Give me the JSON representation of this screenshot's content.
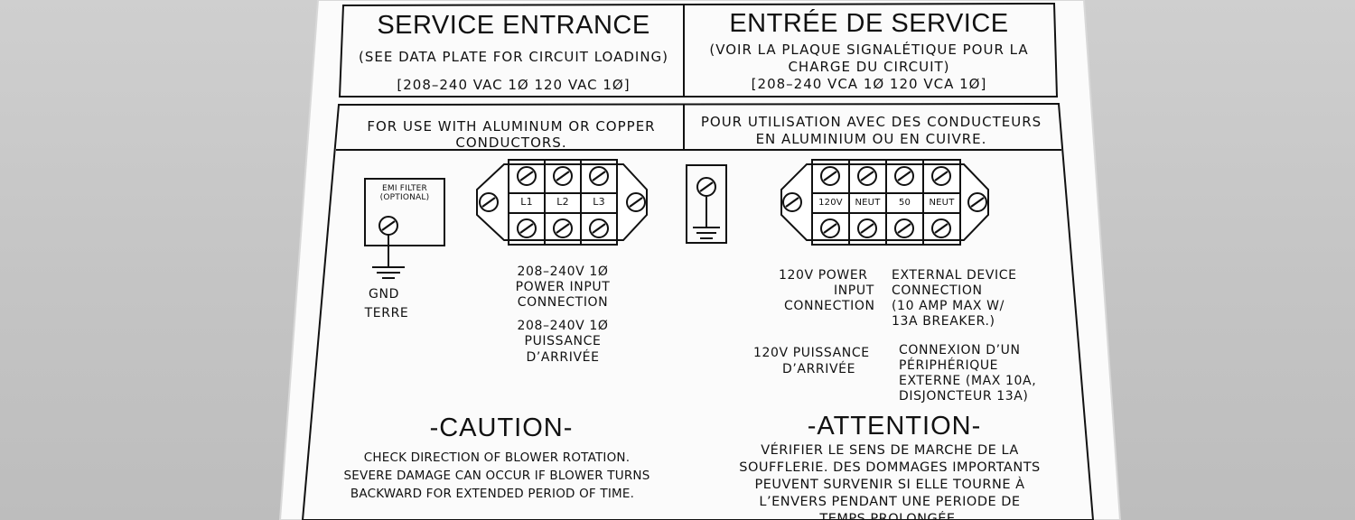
{
  "header": {
    "en_title": "SERVICE ENTRANCE",
    "en_sub": "(SEE DATA PLATE FOR CIRCUIT LOADING)",
    "en_volt": "[208–240 VAC 1Ø     120 VAC 1Ø]",
    "fr_title": "ENTRÉE DE SERVICE",
    "fr_sub1": "(VOIR LA PLAQUE SIGNALÉTIQUE POUR LA",
    "fr_sub2": "CHARGE DU CIRCUIT)",
    "fr_volt": "[208–240 VCA 1Ø     120 VCA 1Ø]"
  },
  "conductors": {
    "en_1": "FOR USE WITH ALUMINUM OR COPPER",
    "en_2": "CONDUCTORS.",
    "fr_1": "POUR UTILISATION AVEC DES CONDUCTEURS",
    "fr_2": "EN ALUMINIUM OU EN CUIVRE."
  },
  "emi": {
    "l1": "EMI FILTER",
    "l2": "(OPTIONAL)"
  },
  "gnd": {
    "en": "GND",
    "fr": "TERRE"
  },
  "block_left": {
    "terminals": [
      "L1",
      "L2",
      "L3"
    ],
    "en": [
      "208–240V 1Ø",
      "POWER INPUT",
      "CONNECTION"
    ],
    "fr": [
      "208–240V 1Ø",
      "PUISSANCE",
      "D’ARRIVÉE"
    ]
  },
  "block_right": {
    "terminals": [
      "120V",
      "NEUT",
      "50",
      "NEUT"
    ],
    "en_power": [
      "120V POWER",
      "INPUT",
      "CONNECTION"
    ],
    "en_ext": [
      "EXTERNAL DEVICE",
      "CONNECTION",
      "(10 AMP MAX W/",
      "13A BREAKER.)"
    ],
    "fr_power": [
      "120V PUISSANCE",
      "D’ARRIVÉE"
    ],
    "fr_ext": [
      "CONNEXION D’UN",
      "PÉRIPHÉRIQUE",
      "EXTERNE (MAX 10A,",
      "DISJONCTEUR 13A)"
    ]
  },
  "caution": {
    "title": "-CAUTION-",
    "lines": [
      "CHECK DIRECTION OF BLOWER ROTATION.",
      "SEVERE DAMAGE CAN OCCUR IF BLOWER TURNS",
      "BACKWARD FOR EXTENDED PERIOD OF TIME."
    ]
  },
  "attention": {
    "title": "-ATTENTION-",
    "lines": [
      "VÉRIFIER LE SENS DE MARCHE DE LA",
      "SOUFFLERIE. DES DOMMAGES IMPORTANTS",
      "PEUVENT SURVENIR SI ELLE TOURNE À",
      "L’ENVERS PENDANT UNE PERIODE DE",
      "TEMPS PROLONGÉE."
    ]
  },
  "colors": {
    "background": "#c6c6c6",
    "label": "#fbfbfb",
    "ink": "#111111"
  }
}
